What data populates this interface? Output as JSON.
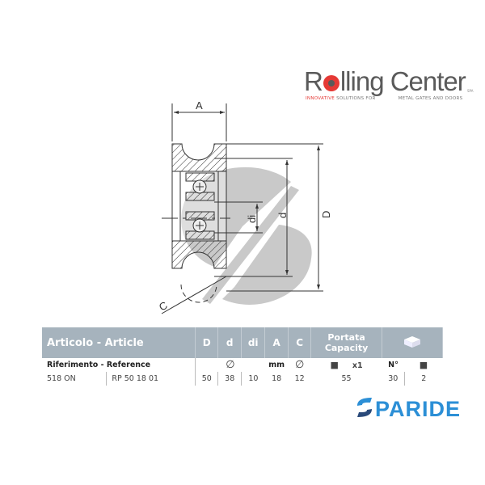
{
  "brand": {
    "name_part1": "R",
    "name_part2": "lling Center",
    "tagline_red": "INNOVATIVE",
    "tagline_1": " SOLUTIONS FOR",
    "tagline_2": "METAL GATES AND DOORS",
    "suffix": "SPA"
  },
  "drawing": {
    "labels": {
      "A": "A",
      "D": "D",
      "d": "d",
      "di": "di",
      "C": "C"
    }
  },
  "table": {
    "headers": {
      "article": "Articolo - Article",
      "D": "D",
      "d": "d",
      "di": "di",
      "A": "A",
      "C": "C",
      "capacity_line1": "Portata",
      "capacity_line2": "Capacity",
      "package_icon": "box-icon"
    },
    "subheader": {
      "reference": "Riferimento - Reference",
      "diameter_symbol": "∅",
      "unit": "mm",
      "c_symbol": "∅",
      "weight_icon": "weight-icon",
      "multiplier": "x1",
      "count": "N°",
      "weight_icon_2": "weight-icon"
    },
    "row": {
      "article": "518 ON",
      "reference": "RP 50 18 01",
      "D": "50",
      "d": "38",
      "di": "10",
      "A": "18",
      "C": "12",
      "capacity": "55",
      "pieces": "30",
      "weight": "2"
    }
  },
  "footer": {
    "logo_text": "PARIDE"
  },
  "colors": {
    "header_bg": "#a6b3bd",
    "brand_red": "#e53935",
    "paride_blue": "#2c8fd6"
  }
}
